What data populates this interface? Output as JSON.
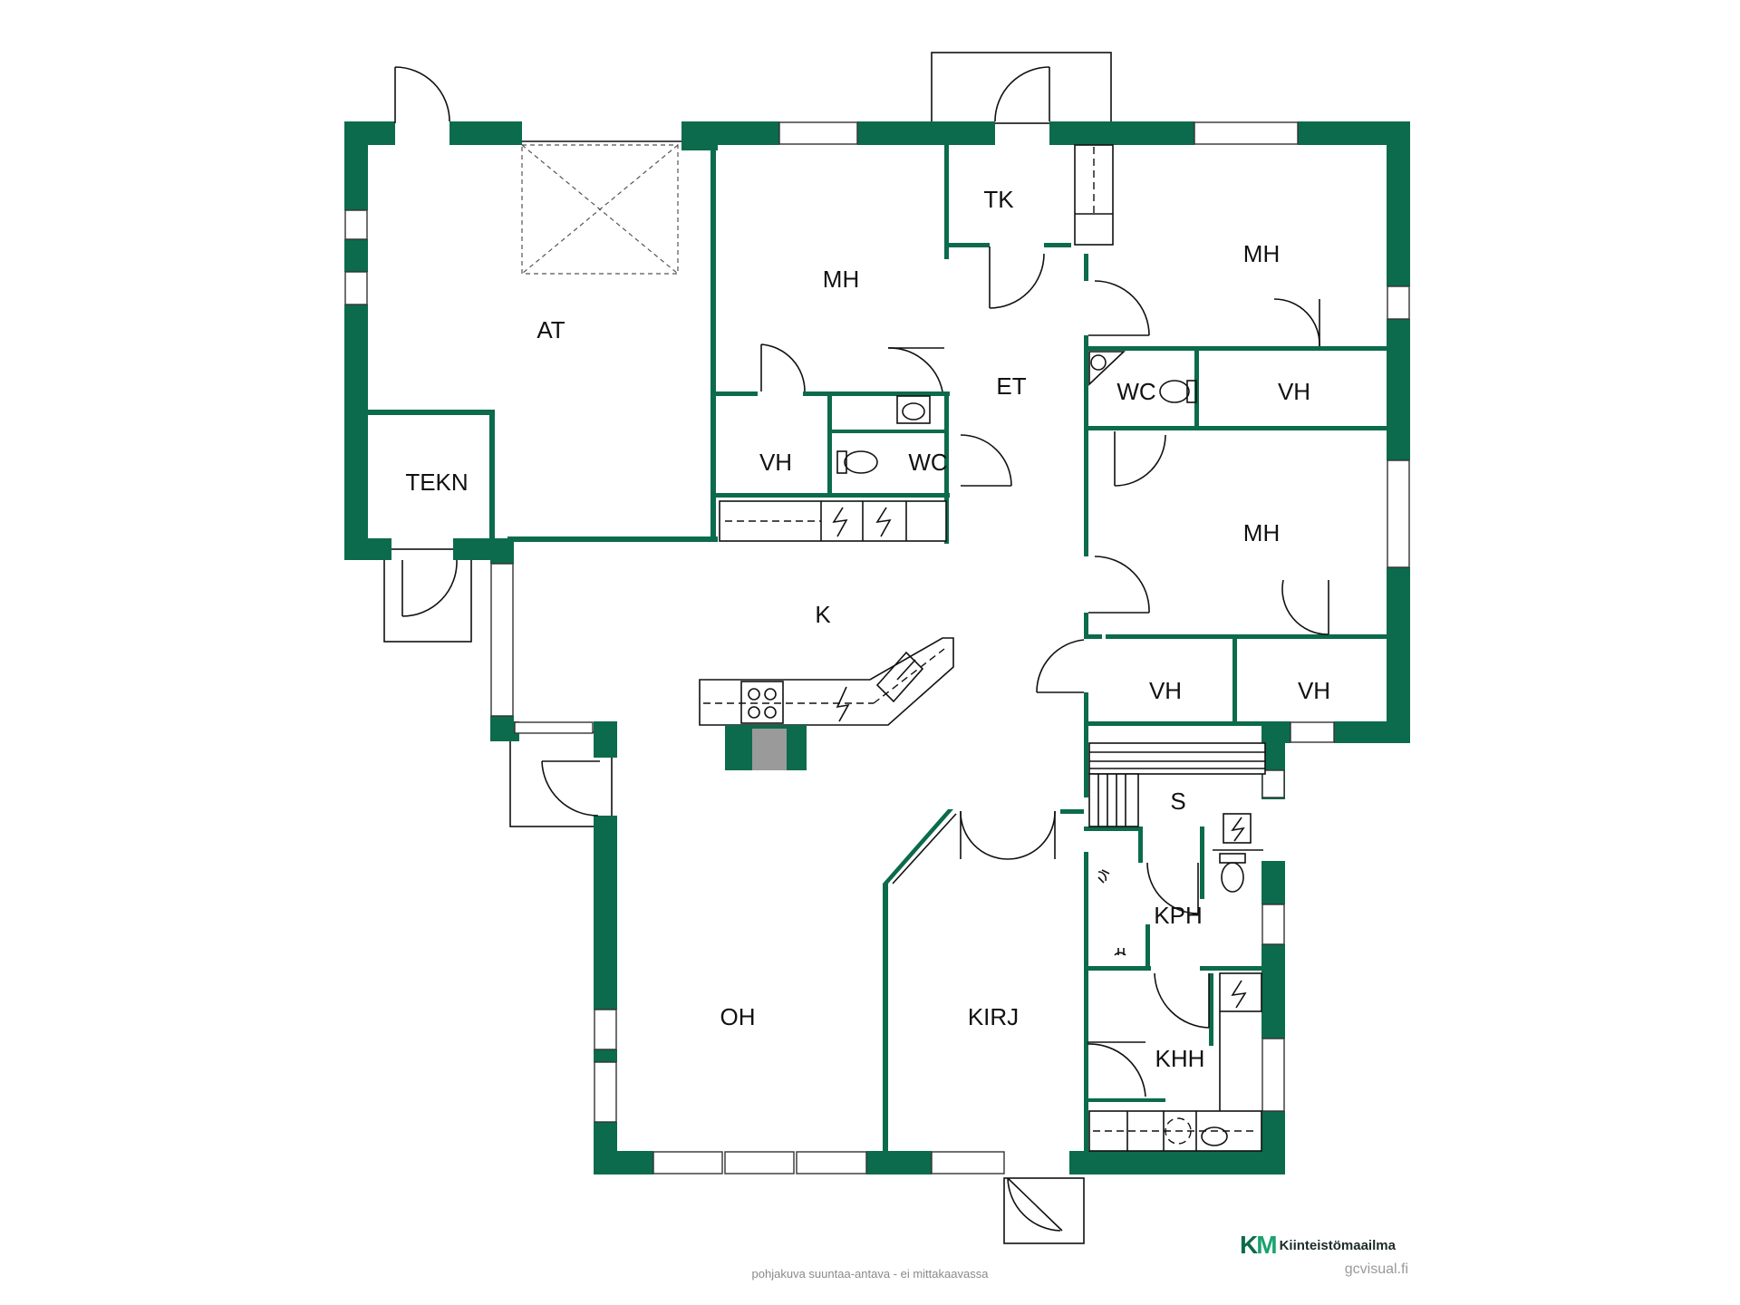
{
  "colors": {
    "wall": "#0b6b4c",
    "line": "#111111",
    "brand_dark": "#0b6b4c",
    "brand_light": "#1aa36f"
  },
  "rooms": {
    "at": "AT",
    "tekn": "TEKN",
    "mh_top_left": "MH",
    "tk": "TK",
    "mh_top_right": "MH",
    "et": "ET",
    "wc_right": "WC",
    "vh_right_upper": "VH",
    "vh_left": "VH",
    "wc_left": "WC",
    "mh_middle_right": "MH",
    "k": "K",
    "vh_lower_left": "VH",
    "vh_lower_right": "VH",
    "s": "S",
    "kph": "KPH",
    "oh": "OH",
    "kirj": "KIRJ",
    "khh": "KHH"
  },
  "footer": {
    "note": "pohjakuva suuntaa-antava - ei mittakaavassa",
    "brand_k": "K",
    "brand_m": "M",
    "brand_name": "Kiinteistömaailma",
    "credit": "gcvisual.fi"
  },
  "icons": [
    "stove-icon",
    "sink-icon",
    "electric-icon",
    "toilet-icon",
    "washbasin-icon",
    "shower-icon",
    "fireplace-icon",
    "washing-machine-icon"
  ]
}
